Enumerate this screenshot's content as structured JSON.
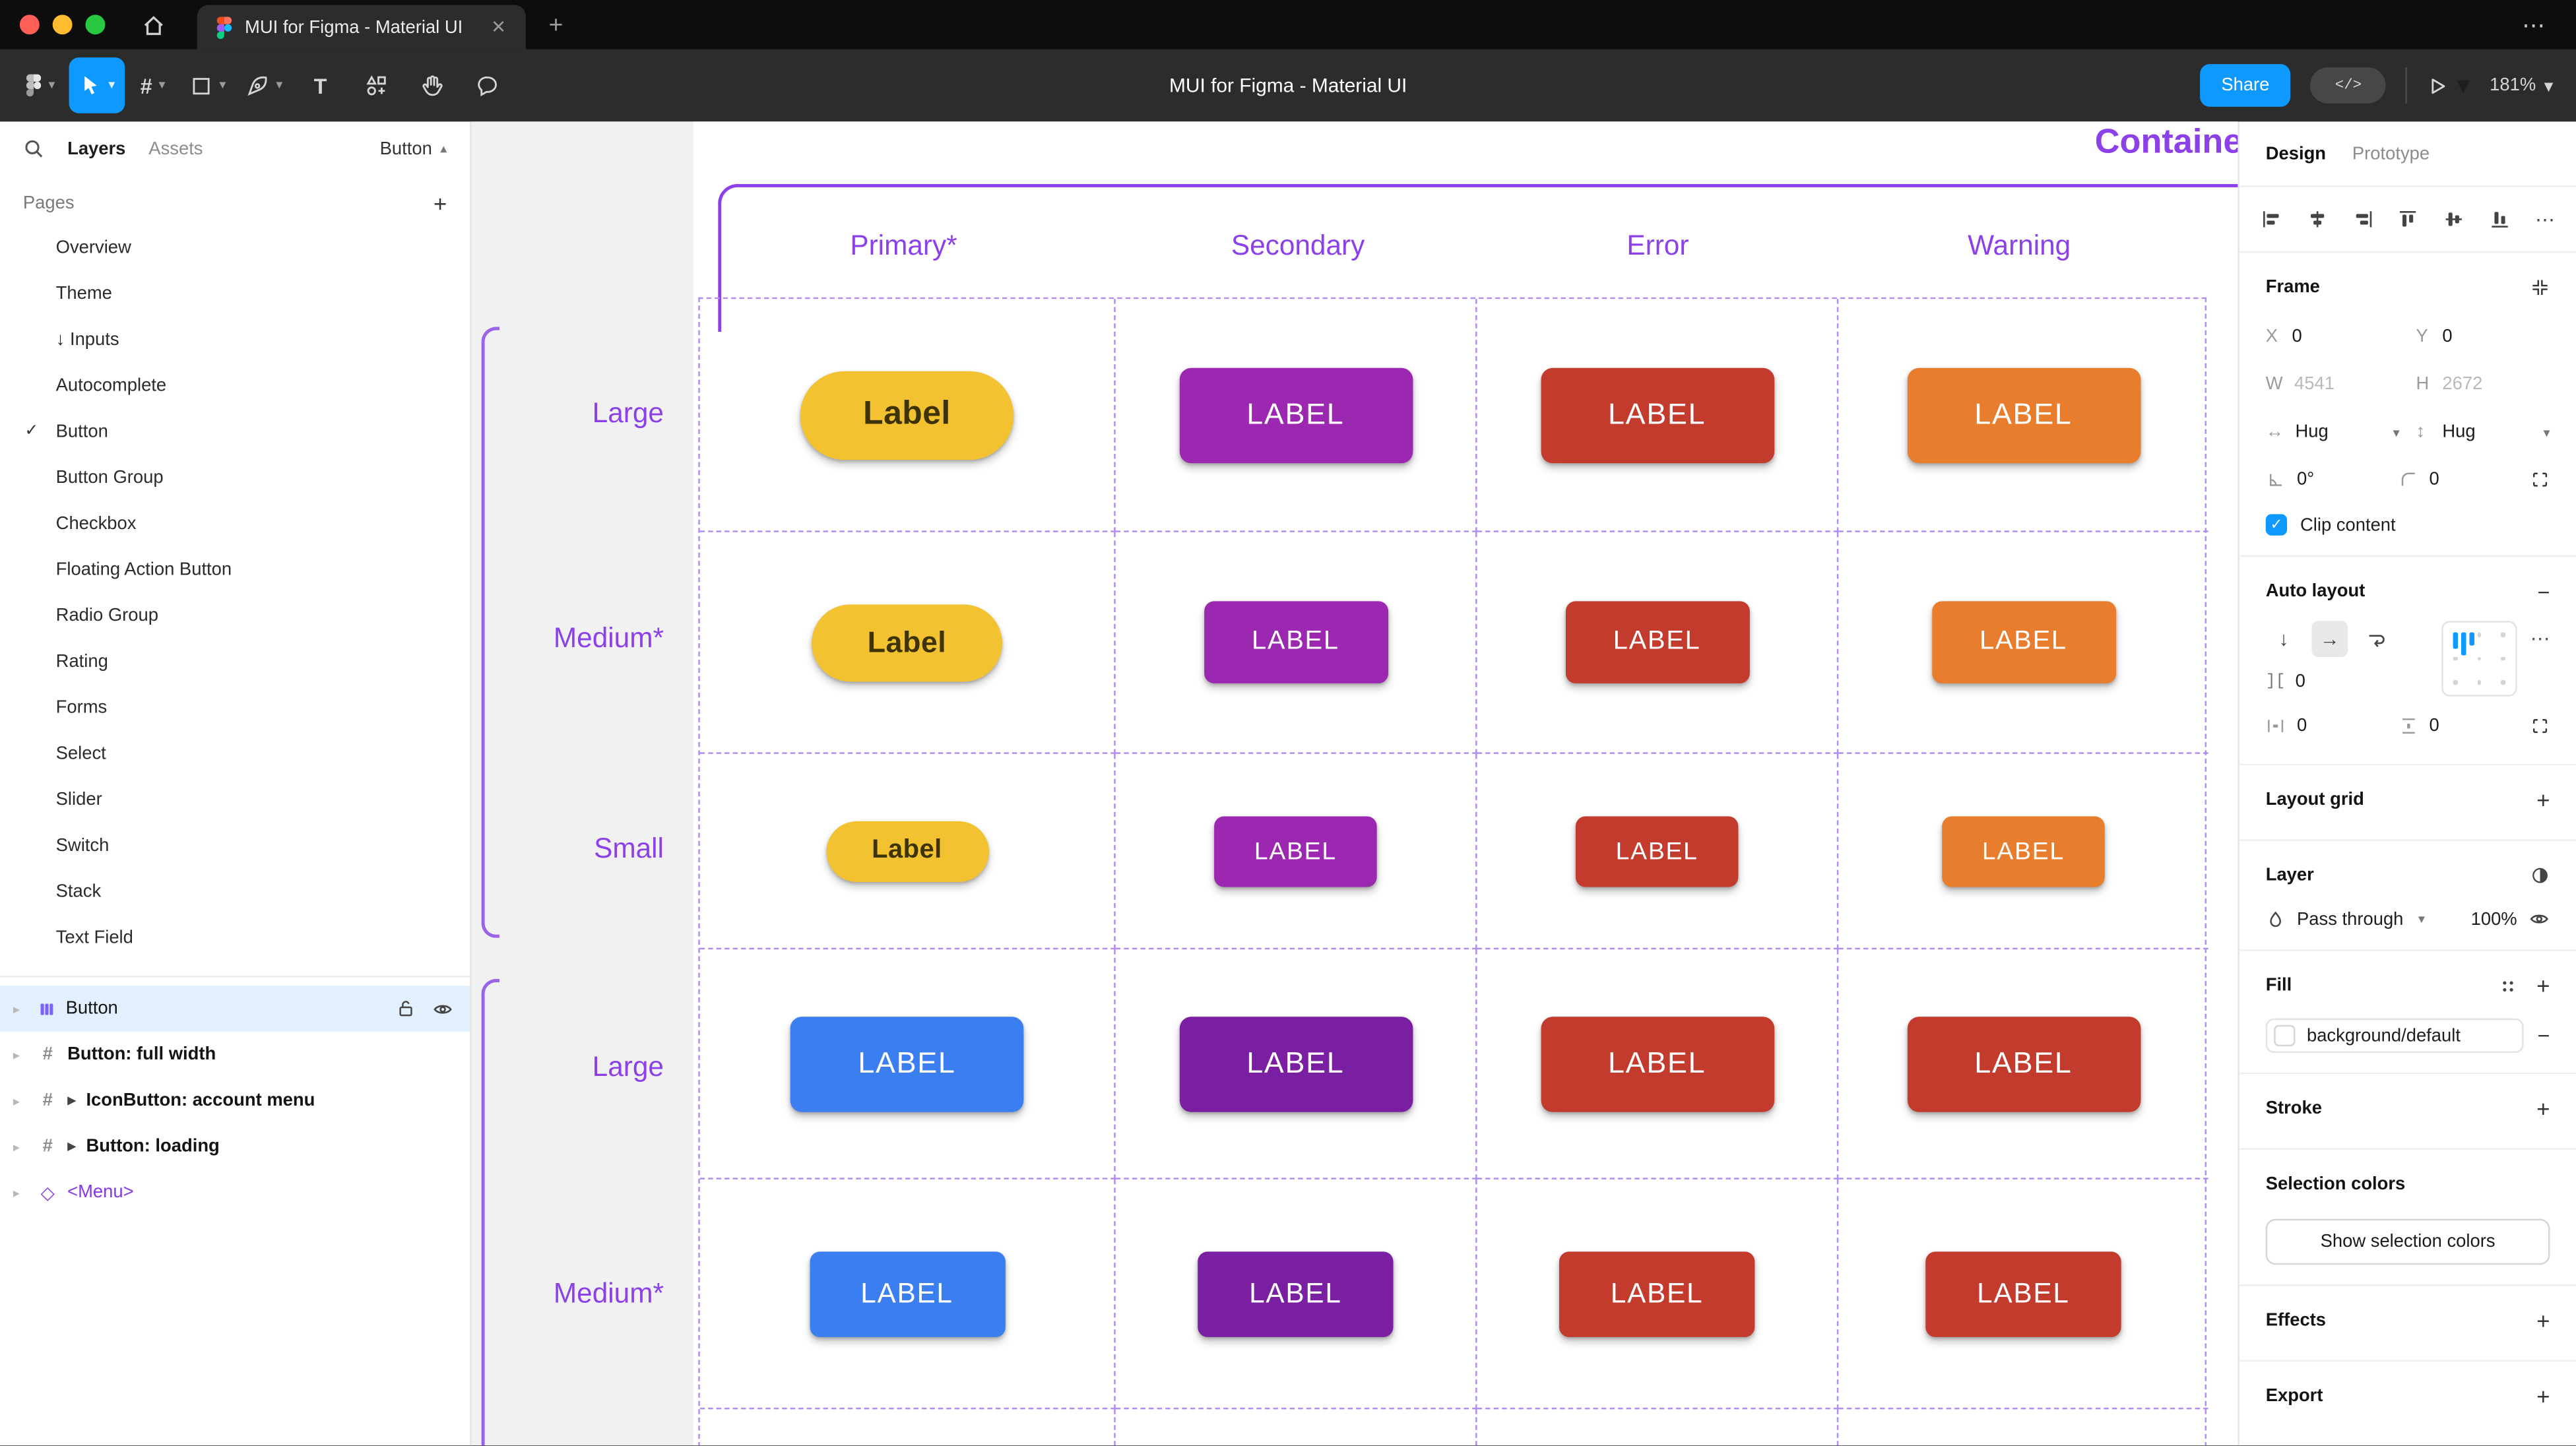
{
  "icons": {
    "check": "✓",
    "chevron_down": "▾",
    "chevron_up": "▴",
    "disclosure": "▸",
    "arrow_down": "↓",
    "arrow_right": "→",
    "arrow_h": "↔",
    "arrow_v": "↕",
    "diamond": "◇",
    "play_marker": "▶",
    "plus": "+",
    "minus": "−",
    "close": "✕",
    "more": "⋯",
    "hash": "#",
    "text_tool": "T",
    "gap": "][",
    "dev_mode": "</>"
  },
  "colors": {
    "accent_blue": "#0D99FF",
    "annotation_purple": "#8C40E8",
    "grid_dash_purple": "#B28DF0",
    "primary_yellow": "#F2C230",
    "secondary_purple": "#9C27B0",
    "error_red": "#C23B2C",
    "warning_orange": "#E87D2E",
    "primary_blue": "#3B7EF0",
    "secondary_dark_purple": "#7B1FA2",
    "traffic_red": "#FF5F57",
    "traffic_yellow": "#FEBC2E",
    "traffic_green": "#28C840"
  },
  "window": {
    "tab_title": "MUI for Figma - Material UI"
  },
  "toolbar": {
    "title": "MUI for Figma - Material UI",
    "share_label": "Share",
    "zoom_level": "181%"
  },
  "left_sidebar": {
    "tabs": [
      "Layers",
      "Assets"
    ],
    "page_indicator": "Button",
    "pages_header": "Pages",
    "pages": [
      "Overview",
      "Theme",
      "↓ Inputs",
      "Autocomplete",
      "Button",
      "Button Group",
      "Checkbox",
      "Floating Action Button",
      "Radio Group",
      "Rating",
      "Forms",
      "Select",
      "Slider",
      "Switch",
      "Stack",
      "Text Field"
    ],
    "active_page": "Button",
    "layers": [
      "Button",
      "Button: full width",
      "IconButton: account menu",
      "Button: loading",
      "<Menu>"
    ]
  },
  "canvas": {
    "section_title": "Contained",
    "column_headers": [
      "Primary*",
      "Secondary",
      "Error",
      "Warning"
    ],
    "row_labels": [
      "Large",
      "Medium*",
      "Small",
      "Large",
      "Medium*"
    ],
    "buttons": [
      [
        "Label",
        "LABEL",
        "LABEL",
        "LABEL"
      ],
      [
        "Label",
        "LABEL",
        "LABEL",
        "LABEL"
      ],
      [
        "Label",
        "LABEL",
        "LABEL",
        "LABEL"
      ],
      [
        "LABEL",
        "LABEL",
        "LABEL",
        "LABEL"
      ],
      [
        "LABEL",
        "LABEL",
        "LABEL",
        "LABEL"
      ]
    ]
  },
  "right_panel": {
    "tabs": [
      "Design",
      "Prototype"
    ],
    "frame": {
      "title": "Frame",
      "x_label": "X",
      "x_value": "0",
      "y_label": "Y",
      "y_value": "0",
      "w_label": "W",
      "w_value": "4541",
      "h_label": "H",
      "h_value": "2672",
      "h_sizing": "Hug",
      "v_sizing": "Hug",
      "rotation_value": "0°",
      "radius_value": "0",
      "clip_label": "Clip content"
    },
    "auto_layout": {
      "title": "Auto layout",
      "gap_value": "0",
      "padding_h_value": "0",
      "padding_v_value": "0"
    },
    "layout_grid": {
      "title": "Layout grid"
    },
    "layer": {
      "title": "Layer",
      "blend_mode": "Pass through",
      "opacity_value": "100%"
    },
    "fill": {
      "title": "Fill",
      "style_name": "background/default"
    },
    "stroke": {
      "title": "Stroke"
    },
    "selection_colors": {
      "title": "Selection colors",
      "button_label": "Show selection colors"
    },
    "effects": {
      "title": "Effects"
    },
    "export": {
      "title": "Export"
    }
  }
}
